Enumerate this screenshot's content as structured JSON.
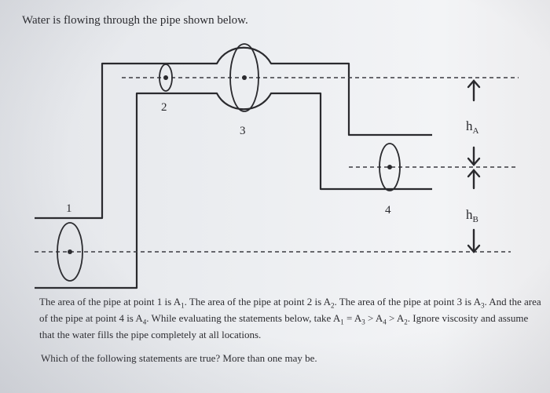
{
  "intro": "Water is flowing through the pipe shown below.",
  "diagram": {
    "point_labels": [
      "1",
      "2",
      "3",
      "4"
    ],
    "height_labels": {
      "ha_main": "h",
      "ha_sub": "A",
      "hb_main": "h",
      "hb_sub": "B"
    }
  },
  "paragraph": {
    "s1": "The area of the pipe at point 1 is A",
    "s1_sub": "1",
    "s2": ". The area of the pipe at point 2 is A",
    "s2_sub": "2",
    "s3": ". The area of the pipe at point 3 is A",
    "s3_sub": "3",
    "s4": ". And the area of the pipe at point 4 is A",
    "s4_sub": "4",
    "s5": ". While evaluating the statements below, take A",
    "s5_sub": "1",
    "s6": " = A",
    "s6_sub": "3",
    "s7": " > A",
    "s7_sub": "4",
    "s8": " > A",
    "s8_sub": "2",
    "s9": ". Ignore viscosity and assume that the water fills the pipe completely at all locations."
  },
  "question": "Which of the following statements are true? More than one may be."
}
